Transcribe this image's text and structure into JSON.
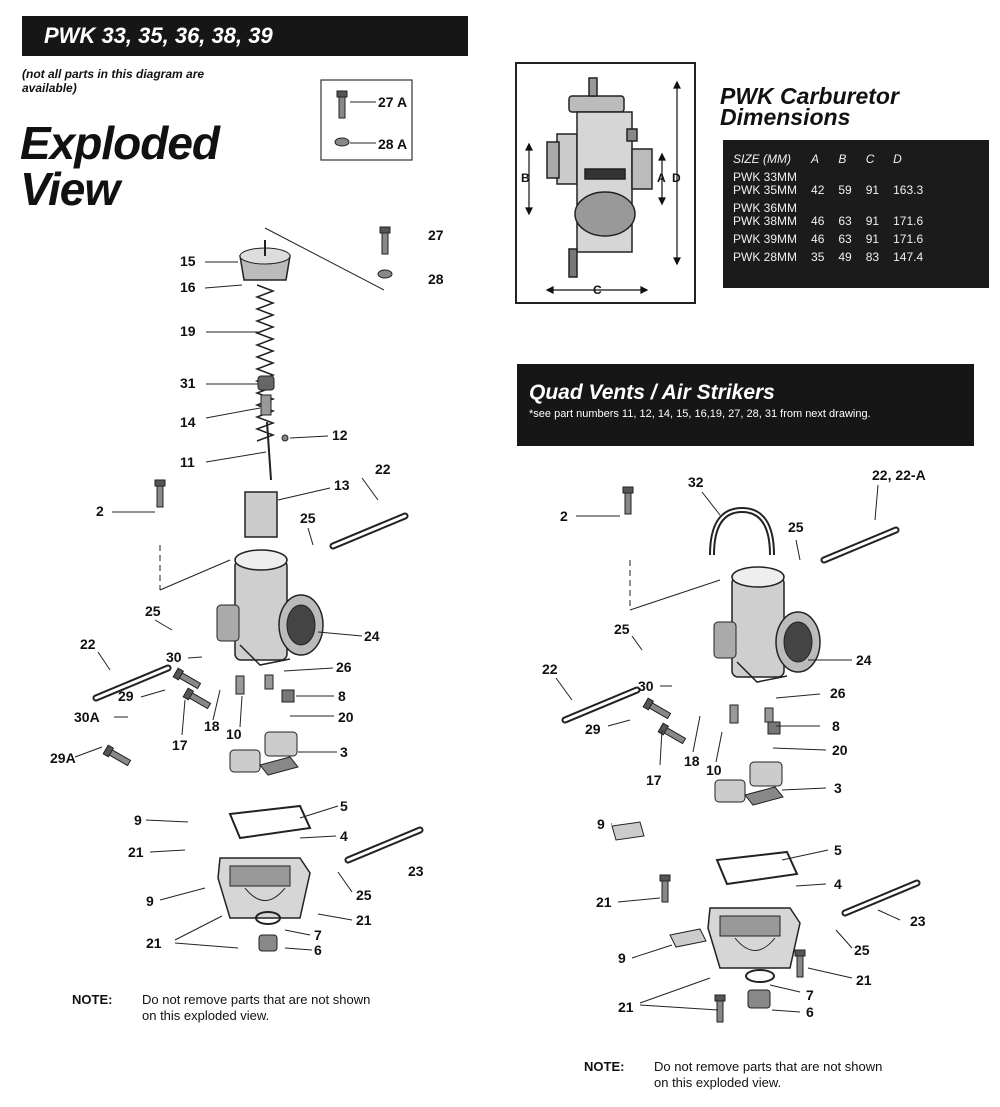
{
  "header": {
    "title": "PWK 33, 35, 36, 38, 39"
  },
  "availability_note": "(not all parts in this diagram are available)",
  "big_title_line1": "Exploded",
  "big_title_line2": "View",
  "dimensions": {
    "title_line1": "PWK Carburetor",
    "title_line2": "Dimensions",
    "columns": [
      "SIZE (MM)",
      "A",
      "B",
      "C",
      "D"
    ],
    "rows": [
      {
        "size": [
          "PWK 33MM",
          "PWK 35MM"
        ],
        "A": "42",
        "B": "59",
        "C": "91",
        "D": "163.3"
      },
      {
        "size": [
          "PWK 36MM",
          "PWK 38MM"
        ],
        "A": "46",
        "B": "63",
        "C": "91",
        "D": "171.6"
      },
      {
        "size": [
          "PWK 39MM"
        ],
        "A": "46",
        "B": "63",
        "C": "91",
        "D": "171.6"
      },
      {
        "size": [
          "PWK 28MM"
        ],
        "A": "35",
        "B": "49",
        "C": "83",
        "D": "147.4"
      }
    ],
    "figure_labels": {
      "a": "A",
      "b": "B",
      "c": "C",
      "d": "D"
    }
  },
  "quad": {
    "title": "Quad Vents / Air Strikers",
    "subtitle": "*see part numbers 11, 12, 14, 15, 16,19, 27, 28, 31 from next drawing."
  },
  "note_label": "NOTE:",
  "note_text_line1": "Do not remove parts that are not shown",
  "note_text_line2": "on this exploded view.",
  "left_callouts": {
    "c27a": "27 A",
    "c28a": "28 A",
    "c27": "27",
    "c28": "28",
    "c15": "15",
    "c16": "16",
    "c19": "19",
    "c31": "31",
    "c14": "14",
    "c12": "12",
    "c11": "11",
    "c13": "13",
    "c22a": "22",
    "c2": "2",
    "c25a": "25",
    "c25b": "25",
    "c22b": "22",
    "c30": "30",
    "c24": "24",
    "c26": "26",
    "c29": "29",
    "c8": "8",
    "c30a": "30A",
    "c20": "20",
    "c17": "17",
    "c18": "18",
    "c10": "10",
    "c29a": "29A",
    "c3": "3",
    "c9a": "9",
    "c5": "5",
    "c4": "4",
    "c21a": "21",
    "c23": "23",
    "c9b": "9",
    "c25c": "25",
    "c21b": "21",
    "c7": "7",
    "c21c": "21",
    "c6": "6"
  },
  "right_callouts": {
    "c22": "22, 22-A",
    "c32": "32",
    "c2": "2",
    "c25a": "25",
    "c25b": "25",
    "c24": "24",
    "c22b": "22",
    "c30": "30",
    "c26": "26",
    "c29": "29",
    "c8": "8",
    "c17": "17",
    "c18": "18",
    "c10": "10",
    "c20": "20",
    "c3": "3",
    "c9a": "9",
    "c5": "5",
    "c4": "4",
    "c21a": "21",
    "c23": "23",
    "c25c": "25",
    "c9b": "9",
    "c21b": "21",
    "c7": "7",
    "c21c": "21",
    "c6": "6"
  }
}
